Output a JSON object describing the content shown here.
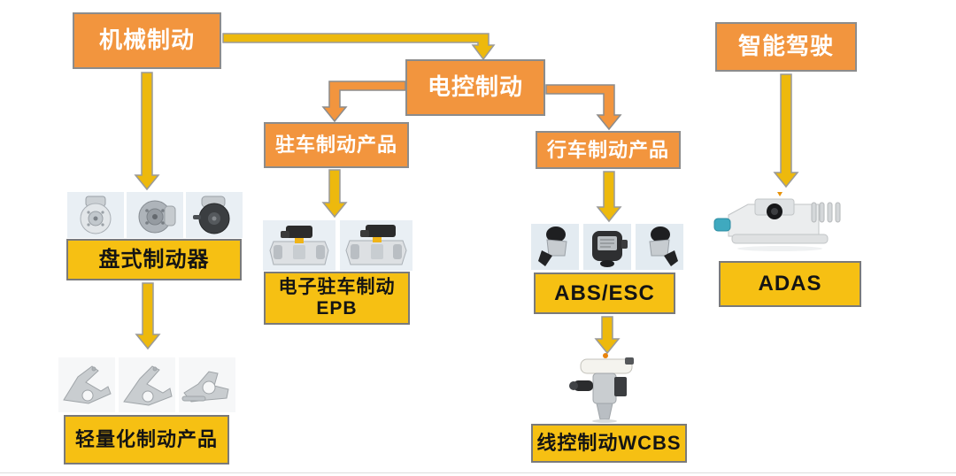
{
  "colors": {
    "node_orange": "#F2953E",
    "node_yellow": "#F6C013",
    "arrow_gold": "#EDB90D",
    "border_gray": "#8C8C8C",
    "text_on_orange": "#FFFFFF",
    "text_on_yellow": "#141414"
  },
  "nodes": {
    "mechanical": {
      "label": "机械制动"
    },
    "electronic": {
      "label": "电控制动"
    },
    "intelligent": {
      "label": "智能驾驶"
    },
    "parking": {
      "label": "驻车制动产品"
    },
    "service": {
      "label": "行车制动产品"
    },
    "disc": {
      "label": "盘式制动器"
    },
    "lightweight": {
      "label": "轻量化制动产品"
    },
    "epb": {
      "line1": "电子驻车制动",
      "line2": "EPB"
    },
    "abs": {
      "label": "ABS/ESC"
    },
    "wcbs": {
      "label": "线控制动WCBS"
    },
    "adas": {
      "label": "ADAS"
    }
  }
}
